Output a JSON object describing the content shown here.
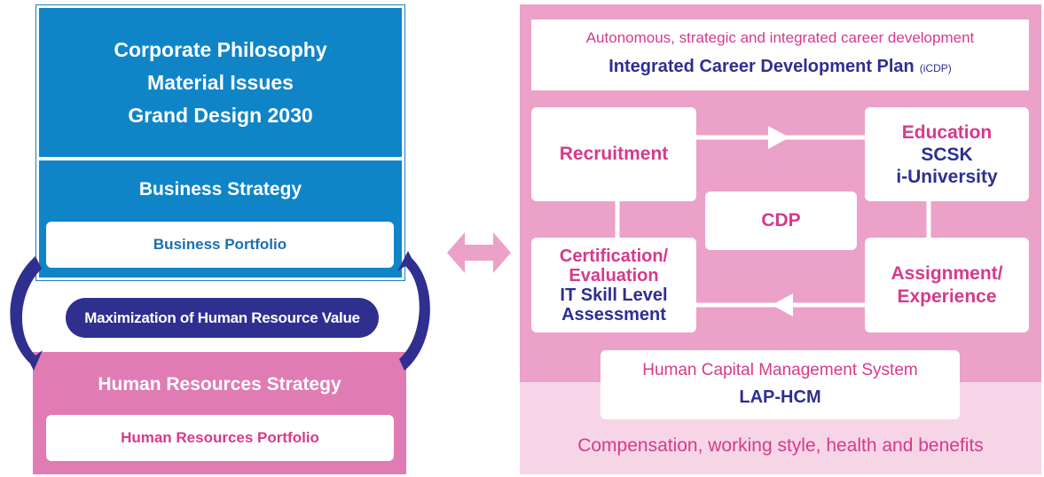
{
  "left": {
    "philosophy_lines": [
      "Corporate Philosophy",
      "Material Issues",
      "Grand Design 2030"
    ],
    "business_strategy": "Business Strategy",
    "business_portfolio": "Business Portfolio",
    "maximization": "Maximization of Human Resource Value",
    "hr_strategy": "Human Resources Strategy",
    "hr_portfolio": "Human Resources Portfolio"
  },
  "right": {
    "icdp_subtitle": "Autonomous, strategic and integrated career development",
    "icdp_title": "Integrated Career Development Plan",
    "icdp_abbr": "(iCDP)",
    "recruitment": "Recruitment",
    "education": {
      "label": "Education",
      "line1": "SCSK",
      "line2": "i-University"
    },
    "cdp": "CDP",
    "certification": {
      "line1": "Certification/",
      "line2": "Evaluation",
      "line3": "IT Skill Level",
      "line4": "Assessment"
    },
    "assignment": {
      "line1": "Assignment/",
      "line2": "Experience"
    },
    "hcm_title": "Human Capital Management System",
    "hcm_sub": "LAP-HCM",
    "compensation": "Compensation, working style, health and benefits"
  },
  "colors": {
    "blue": "#0f85c8",
    "navy": "#2e2f8f",
    "magenta": "#d63a8c",
    "pink": "#eba1c8",
    "light_pink": "#f6d6e6",
    "hr_pink": "#e07bb4"
  },
  "icons": [
    "curved-arrow-up-icon",
    "curved-arrow-down-icon",
    "double-arrow-icon",
    "arrow-right-icon",
    "arrow-left-icon"
  ]
}
